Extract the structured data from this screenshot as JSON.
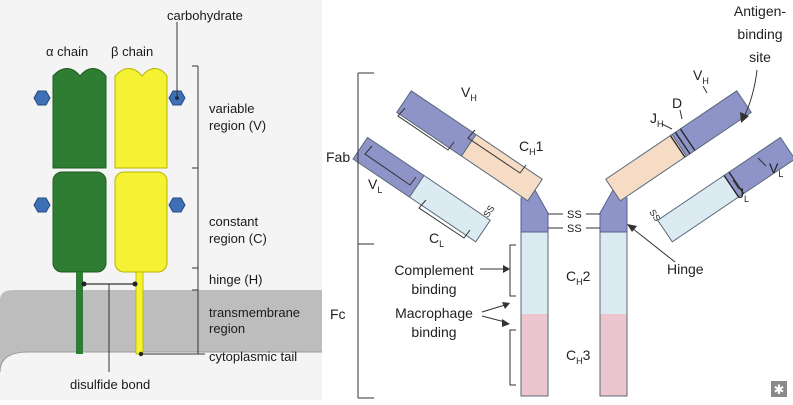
{
  "left_panel": {
    "alpha_chain": "α chain",
    "beta_chain": "β chain",
    "carbohydrate": "carbohydrate",
    "variable_region": [
      "variable",
      "region (V)"
    ],
    "constant_region": [
      "constant",
      "region (C)"
    ],
    "hinge": "hinge (H)",
    "transmembrane_region": [
      "transmembrane",
      "region"
    ],
    "cytoplasmic_tail": "cytoplasmic tail",
    "disulfide_bond": "disulfide bond",
    "colors": {
      "alpha": "#2e7d32",
      "beta": "#f5f233",
      "carbohydrate": "#3f6fb5",
      "membrane": "#bdbdbd",
      "background": "#f4f4f4"
    }
  },
  "right_panel": {
    "fab": "Fab",
    "fc": "Fc",
    "vh": {
      "main": "V",
      "sub": "H"
    },
    "vl": {
      "main": "V",
      "sub": "L"
    },
    "ch1": {
      "main": "C",
      "sub": "H",
      "suffix": "1"
    },
    "cl": {
      "main": "C",
      "sub": "L"
    },
    "ch2": {
      "main": "C",
      "sub": "H",
      "suffix": "2"
    },
    "ch3": {
      "main": "C",
      "sub": "H",
      "suffix": "3"
    },
    "jh": {
      "main": "J",
      "sub": "H"
    },
    "jl": {
      "main": "J",
      "sub": "L"
    },
    "d": "D",
    "ss": "SS",
    "antigen_binding_site": [
      "Antigen-",
      "binding",
      "site"
    ],
    "complement_binding": [
      "Complement",
      "binding"
    ],
    "macrophage_binding": [
      "Macrophage",
      "binding"
    ],
    "hinge": "Hinge",
    "colors": {
      "variable": "#8e93c8",
      "ch1": "#f6dcc4",
      "cl": "#dcebf2",
      "ch2": "#dcebf2",
      "ch3": "#ecc6cf"
    }
  }
}
